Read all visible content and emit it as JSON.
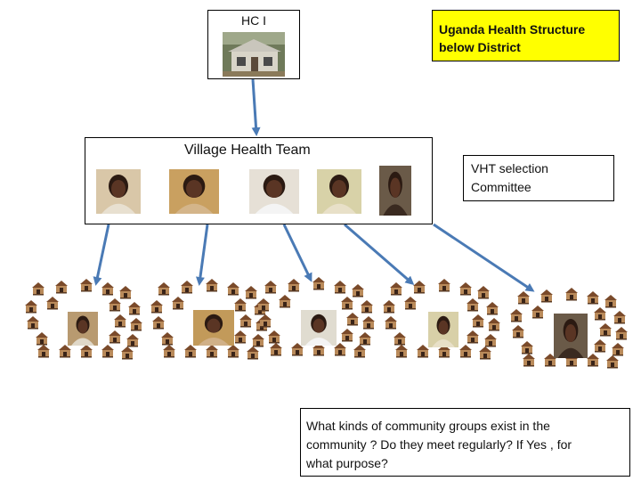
{
  "hc1": {
    "label": "HC I"
  },
  "structure_title": {
    "line1": "Uganda Health Structure",
    "line2": "below  District"
  },
  "vht": {
    "label": "Village Health Team"
  },
  "vht_committee": {
    "line1": "VHT selection",
    "line2": "Committee"
  },
  "question": {
    "line1": "What kinds of community groups exist in the",
    "line2": "community ? Do they meet regularly? If Yes , for",
    "line3": "what purpose?"
  },
  "colors": {
    "highlight": "#ffff00",
    "arrow": "#4a7ab5",
    "hut_roof": "#7a4a2a",
    "hut_wall": "#b98a5a"
  },
  "icons": {
    "hut": "hut-icon",
    "face": "person-photo",
    "health_centre": "building-photo"
  }
}
